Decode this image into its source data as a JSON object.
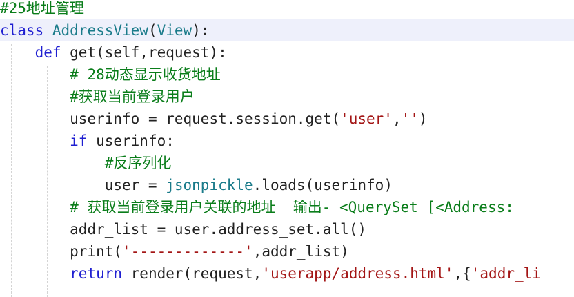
{
  "colors": {
    "comment": "#0a7d1a",
    "keyword": "#1f1fd1",
    "class_name": "#1a7b8a",
    "string": "#a31515",
    "text": "#222222",
    "current_line": "#eef0fb"
  },
  "lines": [
    {
      "indent": "",
      "tokens": [
        {
          "t": "#25地址管理",
          "c": "comment"
        }
      ]
    },
    {
      "indent": "",
      "tokens": [
        {
          "t": "class",
          "c": "keyword"
        },
        {
          "t": " ",
          "c": "plain"
        },
        {
          "t": "AddressView",
          "c": "cls"
        },
        {
          "t": "(",
          "c": "plain"
        },
        {
          "t": "View",
          "c": "cls"
        },
        {
          "t": "):",
          "c": "plain"
        }
      ]
    },
    {
      "indent": "    ",
      "tokens": [
        {
          "t": "def",
          "c": "keyword"
        },
        {
          "t": " get(self,request):",
          "c": "plain"
        }
      ]
    },
    {
      "indent": "        ",
      "tokens": [
        {
          "t": "# 28动态显示收货地址",
          "c": "comment"
        }
      ]
    },
    {
      "indent": "        ",
      "tokens": [
        {
          "t": "#获取当前登录用户",
          "c": "comment"
        }
      ]
    },
    {
      "indent": "        ",
      "tokens": [
        {
          "t": "userinfo = request.session.get(",
          "c": "plain"
        },
        {
          "t": "'user'",
          "c": "string"
        },
        {
          "t": ",",
          "c": "plain"
        },
        {
          "t": "''",
          "c": "string"
        },
        {
          "t": ")",
          "c": "plain"
        }
      ]
    },
    {
      "indent": "        ",
      "tokens": [
        {
          "t": "if",
          "c": "keyword"
        },
        {
          "t": " userinfo:",
          "c": "plain"
        }
      ]
    },
    {
      "indent": "            ",
      "tokens": [
        {
          "t": "#反序列化",
          "c": "comment"
        }
      ]
    },
    {
      "indent": "            ",
      "tokens": [
        {
          "t": "user = ",
          "c": "plain"
        },
        {
          "t": "jsonpickle",
          "c": "cls"
        },
        {
          "t": ".loads(userinfo)",
          "c": "plain"
        }
      ]
    },
    {
      "indent": "        ",
      "tokens": [
        {
          "t": "# 获取当前登录用户关联的地址  输出- <QuerySet [<Address:",
          "c": "comment"
        }
      ]
    },
    {
      "indent": "        ",
      "tokens": [
        {
          "t": "addr_list = user.address_set.all()",
          "c": "plain"
        }
      ]
    },
    {
      "indent": "        ",
      "tokens": [
        {
          "t": "print",
          "c": "plain"
        },
        {
          "t": "(",
          "c": "plain"
        },
        {
          "t": "'-------------'",
          "c": "string"
        },
        {
          "t": ",addr_list)",
          "c": "plain"
        }
      ]
    },
    {
      "indent": "        ",
      "tokens": [
        {
          "t": "return",
          "c": "keyword"
        },
        {
          "t": " render(request,",
          "c": "plain"
        },
        {
          "t": "'userapp/address.html'",
          "c": "string"
        },
        {
          "t": ",{",
          "c": "plain"
        },
        {
          "t": "'addr_li",
          "c": "string"
        }
      ]
    }
  ]
}
